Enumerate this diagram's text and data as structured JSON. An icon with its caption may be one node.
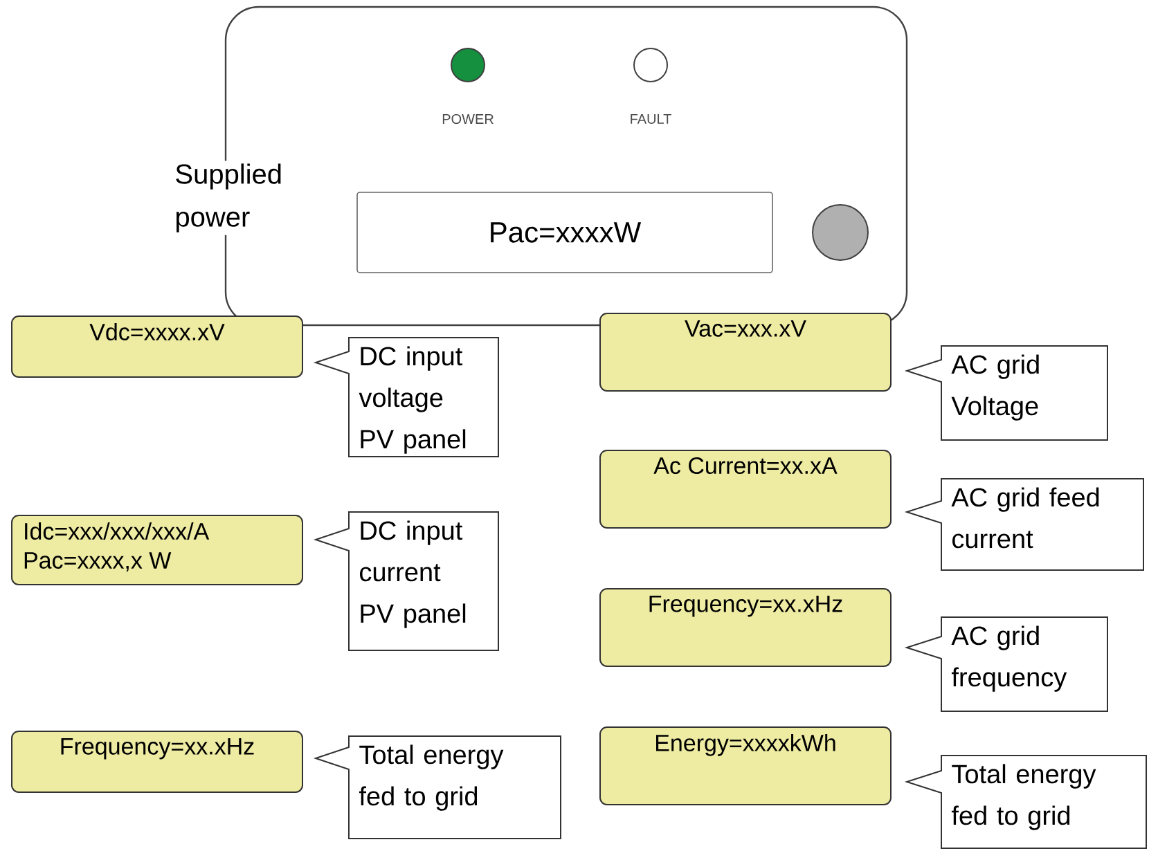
{
  "diagram": {
    "nodes": [
      {
        "text": [],
        "shape": "box"
      },
      {
        "text": [],
        "shape": "circle",
        "beside": [
          "POWER"
        ],
        "in": 0
      },
      {
        "text": [],
        "shape": "circle",
        "beside": [
          "FAULT"
        ],
        "in": 0
      },
      {
        "text": [
          "Pac=xxxxW"
        ],
        "in": 0
      },
      {
        "text": [],
        "shape": "circle",
        "in": 0
      },
      {
        "text": [
          "Vdc=xxxx.xV"
        ]
      },
      {
        "text": [
          "DC input voltage PV panel"
        ]
      },
      {
        "text": [
          "Vac=xxx.xV"
        ]
      },
      {
        "text": [
          "AC grid Voltage"
        ]
      },
      {
        "text": [
          "Ac Current=xx.xA"
        ]
      },
      {
        "text": [
          "AC grid feed current"
        ]
      },
      {
        "text": [
          "Idc=xxx/xxx/xxx/A",
          "Pac=xxxx,x W"
        ]
      },
      {
        "text": [
          "DC input current PV panel"
        ]
      },
      {
        "text": [
          "Frequency=xx.xHz"
        ]
      },
      {
        "text": [
          "AC grid frequency"
        ]
      },
      {
        "text": [
          "Frequency=xx.xHz"
        ]
      },
      {
        "text": [
          "Total energy fed to grid"
        ]
      },
      {
        "text": [
          "Energy=xxxxkWh"
        ]
      },
      {
        "text": [
          "Total energy fed to grid"
        ]
      }
    ],
    "labels": [
      "Supplied power"
    ]
  }
}
